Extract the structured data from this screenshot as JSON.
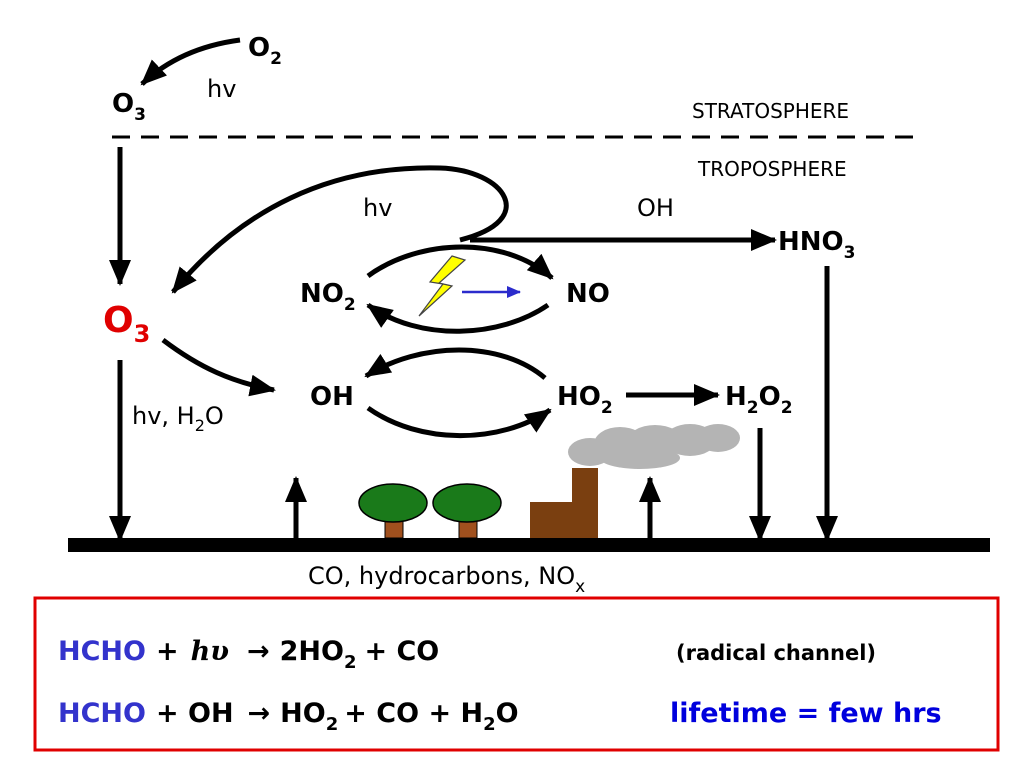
{
  "layers": {
    "upper": "STRATOSPHERE",
    "lower": "TROPOSPHERE"
  },
  "molecules": {
    "o2_strat": {
      "main": "O",
      "sub": "2"
    },
    "o3_strat": {
      "main": "O",
      "sub": "3"
    },
    "o3_trop": {
      "main": "O",
      "sub": "3"
    },
    "no2": {
      "main": "NO",
      "sub": "2"
    },
    "no": "NO",
    "hno3": {
      "main": "HNO",
      "sub": "3"
    },
    "oh": "OH",
    "ho2": {
      "main": "HO",
      "sub": "2"
    },
    "h2o2": {
      "a": "H",
      "s1": "2",
      "b": "O",
      "s2": "2"
    }
  },
  "labels": {
    "hv_strat": "hv",
    "hv_no2": "hv",
    "oh_hno3": "OH",
    "hv_h2o": {
      "pre": "hv, H",
      "sub": "2",
      "post": "O"
    }
  },
  "ground_label": {
    "main": "CO, hydrocarbons, NO",
    "sub": "x"
  },
  "equations": {
    "eq1": {
      "reactant": "HCHO",
      "plus": "+",
      "hv": "hυ",
      "arrow": "→",
      "prod1": "2HO",
      "prod1_sub": "2",
      "rest": "+ CO",
      "note": "(radical channel)"
    },
    "eq2": {
      "reactant": "HCHO",
      "plus_oh": "+ OH",
      "arrow": "→",
      "prod1": "HO",
      "prod1_sub": "2",
      "mid": "+ CO + H",
      "h2o_sub": "2",
      "end": "O",
      "note": "lifetime = few hrs"
    }
  },
  "colors": {
    "o3_highlight": "#e00000",
    "hcho": "#3333cc",
    "lifetime": "#0000dd",
    "box_border": "#e00000",
    "lightning": "#ffff00",
    "tree_canopy": "#1a7a1a",
    "trunk": "#a0501e",
    "factory": "#7a3f10",
    "smoke": "#b4b4b4"
  },
  "icons": [
    "lightning-icon",
    "tree-icon",
    "factory-icon",
    "smoke-cloud-icon"
  ]
}
